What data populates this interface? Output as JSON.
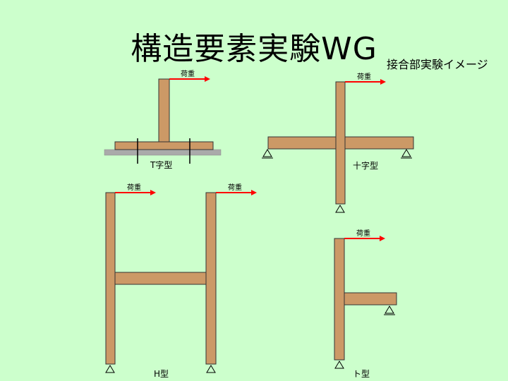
{
  "header": {
    "title": "構造要素実験WG",
    "subtitle": "接合部実験イメージ"
  },
  "specimens": {
    "t_shape": {
      "label": "T字型",
      "load_label": "荷重"
    },
    "cross_shape": {
      "label": "十字型",
      "load_label": "荷重"
    },
    "h_shape": {
      "label": "H型",
      "load_label_left": "荷重",
      "load_label_right": "荷重"
    },
    "k_shape": {
      "label": "ト型",
      "load_label": "荷重"
    }
  },
  "colors": {
    "background": "#ccffcc",
    "member_fill": "#cc9966",
    "member_stroke": "#333333",
    "base_plate": "#aaaaaa",
    "load_arrow": "#ff0000"
  }
}
